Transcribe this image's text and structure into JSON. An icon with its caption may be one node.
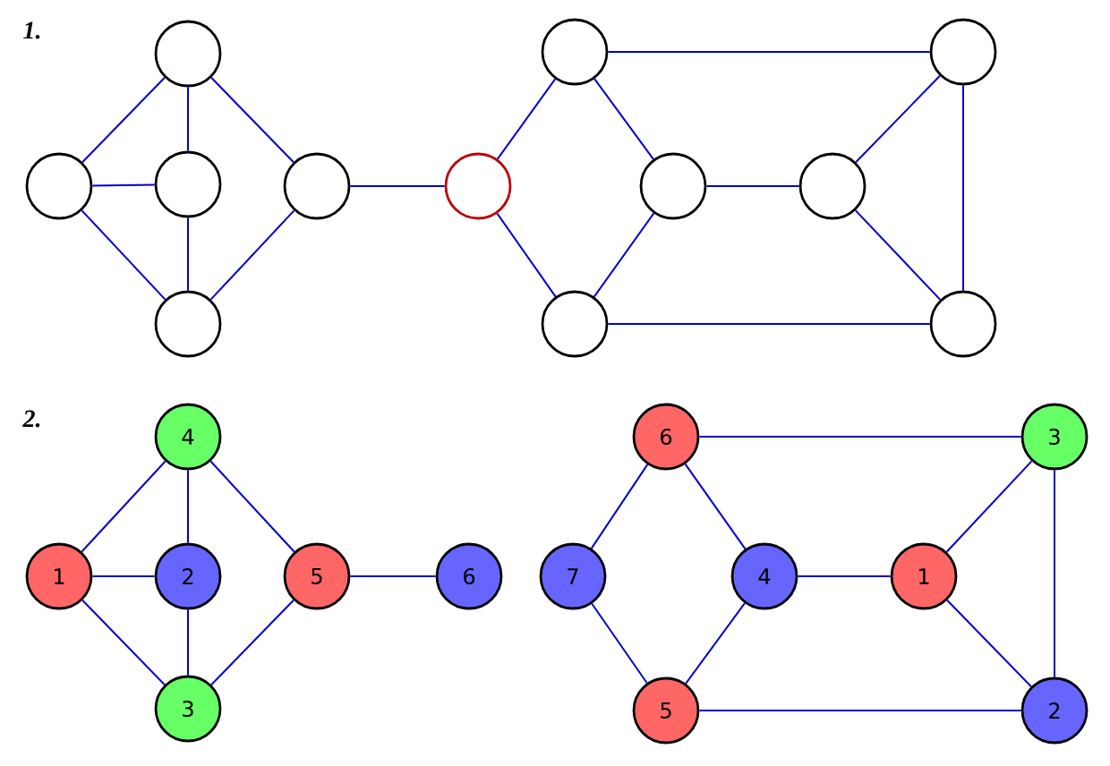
{
  "diagram": {
    "nodes": [
      {
        "text": [],
        "shape": "circle"
      },
      {
        "text": [],
        "shape": "circle"
      },
      {
        "text": [],
        "shape": "circle"
      },
      {
        "text": [],
        "shape": "circle"
      },
      {
        "text": [],
        "shape": "circle"
      },
      {
        "text": [],
        "shape": "circle"
      },
      {
        "text": [],
        "shape": "circle"
      },
      {
        "text": [],
        "shape": "circle"
      },
      {
        "text": [],
        "shape": "circle"
      },
      {
        "text": [],
        "shape": "circle"
      },
      {
        "text": [],
        "shape": "circle"
      },
      {
        "text": [],
        "shape": "circle"
      },
      {
        "text": [
          "4"
        ]
      },
      {
        "text": [
          "6"
        ]
      },
      {
        "text": [
          "3"
        ]
      },
      {
        "text": [
          "1"
        ]
      },
      {
        "text": [
          "2"
        ]
      },
      {
        "text": [
          "5"
        ]
      },
      {
        "text": [
          "6"
        ]
      },
      {
        "text": [
          "7"
        ]
      },
      {
        "text": [
          "4"
        ]
      },
      {
        "text": [
          "1"
        ]
      },
      {
        "text": [
          "3"
        ]
      },
      {
        "text": [
          "5"
        ]
      },
      {
        "text": [
          "2"
        ]
      }
    ],
    "edges": [
      {
        "from": 0,
        "to": 3,
        "arrow": "none"
      },
      {
        "from": 0,
        "to": 4,
        "arrow": "none"
      },
      {
        "from": 0,
        "to": 5,
        "arrow": "none"
      },
      {
        "from": 3,
        "to": 4,
        "arrow": "none"
      },
      {
        "from": 3,
        "to": 9,
        "arrow": "none"
      },
      {
        "from": 4,
        "to": 9,
        "arrow": "none"
      },
      {
        "from": 5,
        "to": 9,
        "arrow": "none"
      },
      {
        "from": 5,
        "to": 6,
        "arrow": "none"
      },
      {
        "from": 6,
        "to": 1,
        "arrow": "none"
      },
      {
        "from": 6,
        "to": 10,
        "arrow": "none"
      },
      {
        "from": 1,
        "to": 7,
        "arrow": "none"
      },
      {
        "from": 1,
        "to": 2,
        "arrow": "none"
      },
      {
        "from": 7,
        "to": 8,
        "arrow": "none"
      },
      {
        "from": 7,
        "to": 10,
        "arrow": "none"
      },
      {
        "from": 8,
        "to": 2,
        "arrow": "none"
      },
      {
        "from": 8,
        "to": 11,
        "arrow": "none"
      },
      {
        "from": 2,
        "to": 11,
        "arrow": "none"
      },
      {
        "from": 10,
        "to": 11,
        "arrow": "none"
      },
      {
        "from": 12,
        "to": 15,
        "arrow": "none"
      },
      {
        "from": 12,
        "to": 16,
        "arrow": "none"
      },
      {
        "from": 12,
        "to": 17,
        "arrow": "none"
      },
      {
        "from": 15,
        "to": 16,
        "arrow": "none"
      },
      {
        "from": 15,
        "to": 22,
        "arrow": "none"
      },
      {
        "from": 16,
        "to": 22,
        "arrow": "none"
      },
      {
        "from": 22,
        "to": 17,
        "arrow": "none"
      },
      {
        "from": 17,
        "to": 18,
        "arrow": "none"
      },
      {
        "from": 13,
        "to": 14,
        "arrow": "none"
      },
      {
        "from": 13,
        "to": 19,
        "arrow": "none"
      },
      {
        "from": 13,
        "to": 20,
        "arrow": "none"
      },
      {
        "from": 19,
        "to": 23,
        "arrow": "none"
      },
      {
        "from": 20,
        "to": 23,
        "arrow": "none"
      },
      {
        "from": 20,
        "to": 21,
        "arrow": "none"
      },
      {
        "from": 21,
        "to": 14,
        "arrow": "none"
      },
      {
        "from": 21,
        "to": 24,
        "arrow": "none"
      },
      {
        "from": 14,
        "to": 24,
        "arrow": "none"
      },
      {
        "from": 23,
        "to": 24,
        "arrow": "none"
      }
    ],
    "labels": [
      "1.",
      "2."
    ]
  }
}
